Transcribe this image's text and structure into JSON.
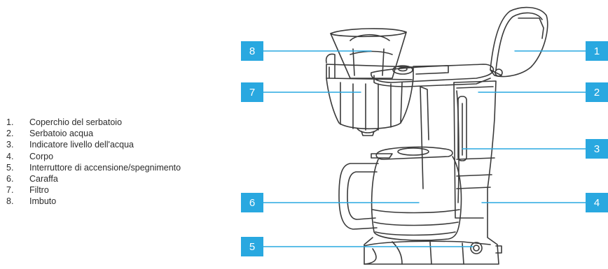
{
  "legend": [
    {
      "num": "1.",
      "label": "Coperchio del serbatoio"
    },
    {
      "num": "2.",
      "label": "Serbatoio acqua"
    },
    {
      "num": "3.",
      "label": "Indicatore livello dell'acqua"
    },
    {
      "num": "4.",
      "label": "Corpo"
    },
    {
      "num": "5.",
      "label": "Interruttore di accensione/spegnimento"
    },
    {
      "num": "6.",
      "label": "Caraffa"
    },
    {
      "num": "7.",
      "label": "Filtro"
    },
    {
      "num": "8.",
      "label": "Imbuto"
    }
  ],
  "callouts": {
    "c1": "1",
    "c2": "2",
    "c3": "3",
    "c4": "4",
    "c5": "5",
    "c6": "6",
    "c7": "7",
    "c8": "8"
  },
  "colors": {
    "callout": "#29a8e0",
    "line": "#29a8e0",
    "drawing": "#3a3a3a"
  }
}
